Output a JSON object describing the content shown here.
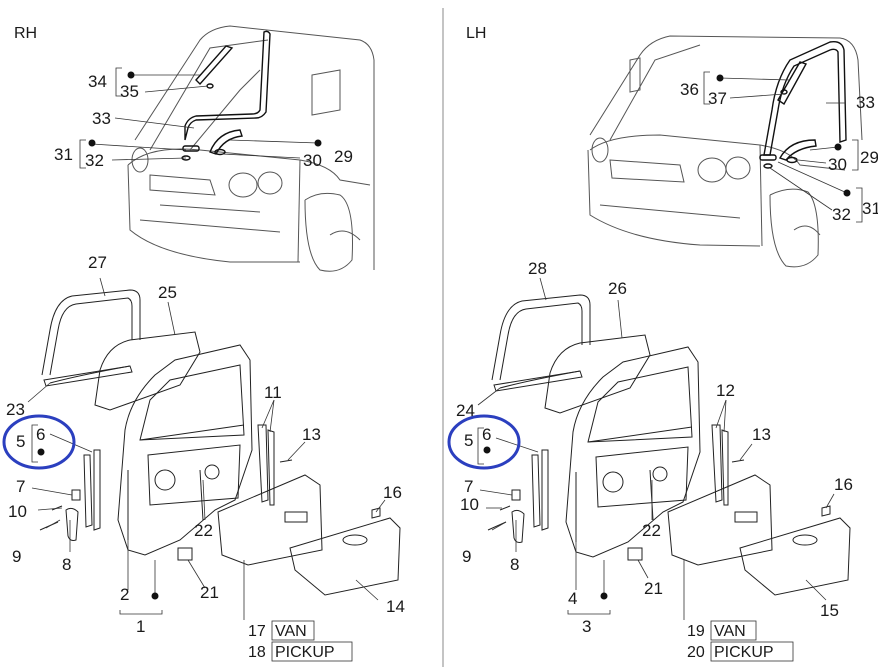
{
  "panels": [
    {
      "side_label": "RH",
      "callouts": {
        "n1": "1",
        "n2": "2",
        "n5": "5",
        "n6": "6",
        "n7": "7",
        "n8": "8",
        "n9": "9",
        "n10": "10",
        "n11": "11",
        "n13": "13",
        "n14": "14",
        "n16": "16",
        "n21": "21",
        "n22": "22",
        "n23": "23",
        "n25": "25",
        "n27": "27",
        "n29": "29",
        "n30": "30",
        "n31": "31",
        "n32": "32",
        "n33": "33",
        "n34": "34",
        "n35": "35"
      },
      "variants": [
        {
          "number": "17",
          "label": "VAN"
        },
        {
          "number": "18",
          "label": "PICKUP"
        }
      ]
    },
    {
      "side_label": "LH",
      "callouts": {
        "n3": "3",
        "n4": "4",
        "n5": "5",
        "n6": "6",
        "n7": "7",
        "n8": "8",
        "n9": "9",
        "n10": "10",
        "n12": "12",
        "n13": "13",
        "n15": "15",
        "n16": "16",
        "n21": "21",
        "n22": "22",
        "n24": "24",
        "n26": "26",
        "n28": "28",
        "n29": "29",
        "n30": "30",
        "n31": "31",
        "n32": "32",
        "n33": "33",
        "n36": "36",
        "n37": "37"
      },
      "variants": [
        {
          "number": "19",
          "label": "VAN"
        },
        {
          "number": "20",
          "label": "PICKUP"
        }
      ]
    }
  ],
  "highlight_color": "#2b3fbf"
}
